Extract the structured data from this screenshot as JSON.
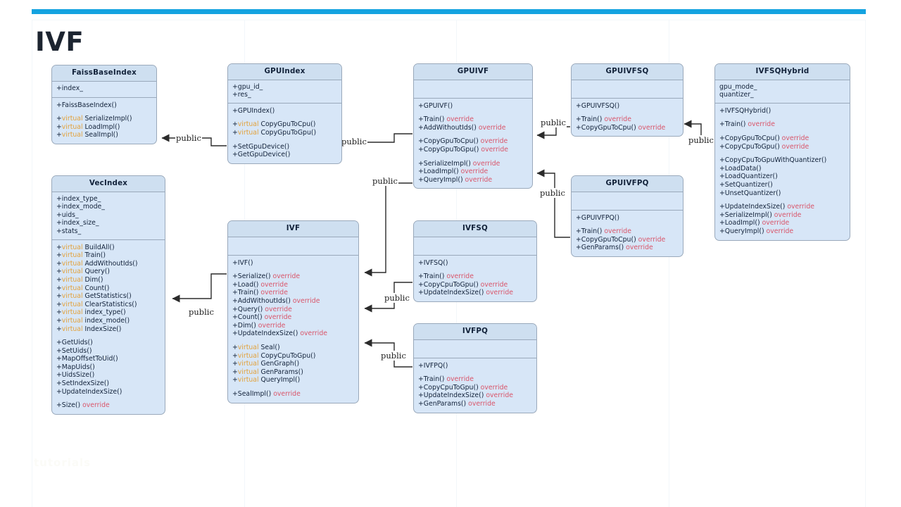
{
  "slide": {
    "title": "IVF",
    "accent_color": "#14a3e0",
    "watermark": "tutorials"
  },
  "legend": {
    "keyword_virtual": "virtual",
    "keyword_override": "override",
    "virtual_color": "#e2a23c",
    "override_color": "#d9566b",
    "box_fill": "#d7e6f7",
    "box_header_fill": "#cedff0",
    "box_border": "#9aa9bb"
  },
  "relationship_label": "public",
  "relationships": [
    {
      "from": "GPUIndex",
      "to": "FaissBaseIndex",
      "label": "public"
    },
    {
      "from": "IVF",
      "to": "VecIndex",
      "label": "public"
    },
    {
      "from": "GPUIVF",
      "to": "GPUIndex",
      "label": "public"
    },
    {
      "from": "GPUIVF",
      "to": "IVF",
      "label": "public"
    },
    {
      "from": "IVFSQ",
      "to": "IVF",
      "label": "public"
    },
    {
      "from": "IVFPQ",
      "to": "IVF",
      "label": "public"
    },
    {
      "from": "GPUIVFSQ",
      "to": "GPUIVF",
      "label": "public"
    },
    {
      "from": "GPUIVFPQ",
      "to": "GPUIVF",
      "label": "public"
    },
    {
      "from": "IVFSQHybrid",
      "to": "GPUIVFSQ",
      "label": "public"
    }
  ],
  "classes": {
    "faiss_base_index": {
      "name": "FaissBaseIndex",
      "attributes": [
        "+index_"
      ],
      "operation_groups": [
        [
          {
            "text": "+FaissBaseIndex()"
          }
        ],
        [
          {
            "prefix": "+",
            "virtual": "virtual",
            "text": "SerializeImpl()"
          },
          {
            "prefix": "+",
            "virtual": "virtual",
            "text": "LoadImpl()"
          },
          {
            "prefix": "+",
            "virtual": "virtual",
            "text": "SealImpl()"
          }
        ]
      ]
    },
    "vec_index": {
      "name": "VecIndex",
      "attributes": [
        "+index_type_",
        "+index_mode_",
        "+uids_",
        "+index_size_",
        "+stats_"
      ],
      "operation_groups": [
        [
          {
            "prefix": "+",
            "virtual": "virtual",
            "text": "BuildAll()"
          },
          {
            "prefix": "+",
            "virtual": "virtual",
            "text": "Train()"
          },
          {
            "prefix": "+",
            "virtual": "virtual",
            "text": "AddWithoutIds()"
          },
          {
            "prefix": "+",
            "virtual": "virtual",
            "text": "Query()"
          },
          {
            "prefix": "+",
            "virtual": "virtual",
            "text": "Dim()"
          },
          {
            "prefix": "+",
            "virtual": "virtual",
            "text": "Count()"
          },
          {
            "prefix": "+",
            "virtual": "virtual",
            "text": "GetStatistics()"
          },
          {
            "prefix": "+",
            "virtual": "virtual",
            "text": "ClearStatistics()"
          },
          {
            "prefix": "+",
            "virtual": "virtual",
            "text": "index_type()"
          },
          {
            "prefix": "+",
            "virtual": "virtual",
            "text": "index_mode()"
          },
          {
            "prefix": "+",
            "virtual": "virtual",
            "text": "IndexSize()"
          }
        ],
        [
          {
            "text": "+GetUids()"
          },
          {
            "text": "+SetUids()"
          },
          {
            "text": "+MapOffsetToUid()"
          },
          {
            "text": "+MapUids()"
          },
          {
            "text": "+UidsSize()"
          },
          {
            "text": "+SetIndexSize()"
          },
          {
            "text": "+UpdateIndexSize()"
          }
        ],
        [
          {
            "text": "+Size()",
            "override": "override"
          }
        ]
      ]
    },
    "gpu_index": {
      "name": "GPUIndex",
      "attributes": [
        "+gpu_id_",
        "+res_"
      ],
      "operation_groups": [
        [
          {
            "text": "+GPUIndex()"
          }
        ],
        [
          {
            "prefix": "+",
            "virtual": "virtual",
            "text": "CopyGpuToCpu()"
          },
          {
            "prefix": "+",
            "virtual": "virtual",
            "text": "CopyGpuToGpu()"
          }
        ],
        [
          {
            "text": "+SetGpuDevice()"
          },
          {
            "text": "+GetGpuDevice()"
          }
        ]
      ]
    },
    "ivf": {
      "name": "IVF",
      "attributes": [],
      "operation_groups": [
        [
          {
            "text": "+IVF()"
          }
        ],
        [
          {
            "text": "+Serialize()",
            "override": "override"
          },
          {
            "text": "+Load()",
            "override": "override"
          },
          {
            "text": "+Train()",
            "override": "override"
          },
          {
            "text": "+AddWithoutIds()",
            "override": "override"
          },
          {
            "text": "+Query()",
            "override": "override"
          },
          {
            "text": "+Count()",
            "override": "override"
          },
          {
            "text": "+Dim()",
            "override": "override"
          },
          {
            "text": "+UpdateIndexSize()",
            "override": "override"
          }
        ],
        [
          {
            "prefix": "+",
            "virtual": "virtual",
            "text": "Seal()"
          },
          {
            "prefix": "+",
            "virtual": "virtual",
            "text": "CopyCpuToGpu()"
          },
          {
            "prefix": "+",
            "virtual": "virtual",
            "text": "GenGraph()"
          },
          {
            "prefix": "+",
            "virtual": "virtual",
            "text": "GenParams()"
          },
          {
            "prefix": "+",
            "virtual": "virtual",
            "text": "QueryImpl()"
          }
        ],
        [
          {
            "text": "+SealImpl()",
            "override": "override"
          }
        ]
      ]
    },
    "gpuivf": {
      "name": "GPUIVF",
      "attributes": [],
      "operation_groups": [
        [
          {
            "text": "+GPUIVF()"
          }
        ],
        [
          {
            "text": "+Train()",
            "override": "override"
          },
          {
            "text": "+AddWithoutIds()",
            "override": "override"
          }
        ],
        [
          {
            "text": "+CopyGpuToCpu()",
            "override": "override"
          },
          {
            "text": "+CopyGpuToGpu()",
            "override": "override"
          }
        ],
        [
          {
            "text": "+SerializeImpl()",
            "override": "override"
          },
          {
            "text": "+LoadImpl()",
            "override": "override"
          },
          {
            "text": "+QueryImpl()",
            "override": "override"
          }
        ]
      ]
    },
    "ivfsq": {
      "name": "IVFSQ",
      "attributes": [],
      "operation_groups": [
        [
          {
            "text": "+IVFSQ()"
          }
        ],
        [
          {
            "text": "+Train()",
            "override": "override"
          },
          {
            "text": "+CopyCpuToGpu()",
            "override": "override"
          },
          {
            "text": "+UpdateIndexSize()",
            "override": "override"
          }
        ]
      ]
    },
    "ivfpq": {
      "name": "IVFPQ",
      "attributes": [],
      "operation_groups": [
        [
          {
            "text": "+IVFPQ()"
          }
        ],
        [
          {
            "text": "+Train()",
            "override": "override"
          },
          {
            "text": "+CopyCpuToGpu()",
            "override": "override"
          },
          {
            "text": "+UpdateIndexSize()",
            "override": "override"
          },
          {
            "text": "+GenParams()",
            "override": "override"
          }
        ]
      ]
    },
    "gpuivfsq": {
      "name": "GPUIVFSQ",
      "attributes": [],
      "operation_groups": [
        [
          {
            "text": "+GPUIVFSQ()"
          }
        ],
        [
          {
            "text": "+Train()",
            "override": "override"
          },
          {
            "text": "+CopyGpuToCpu()",
            "override": "override"
          }
        ]
      ]
    },
    "gpuivfpq": {
      "name": "GPUIVFPQ",
      "attributes": [],
      "operation_groups": [
        [
          {
            "text": "+GPUIVFPQ()"
          }
        ],
        [
          {
            "text": "+Train()",
            "override": "override"
          },
          {
            "text": "+CopyGpuToCpu()",
            "override": "override"
          },
          {
            "text": "+GenParams()",
            "override": "override"
          }
        ]
      ]
    },
    "ivfsqhybrid": {
      "name": "IVFSQHybrid",
      "attributes": [
        "gpu_mode_",
        "quantizer_"
      ],
      "operation_groups": [
        [
          {
            "text": "+IVFSQHybrid()"
          }
        ],
        [
          {
            "text": "+Train()",
            "override": "override"
          }
        ],
        [
          {
            "text": "+CopyGpuToCpu()",
            "override": "override"
          },
          {
            "text": "+CopyCpuToGpu()",
            "override": "override"
          }
        ],
        [
          {
            "text": "+CopyCpuToGpuWithQuantizer()"
          },
          {
            "text": "+LoadData()"
          },
          {
            "text": "+LoadQuantizer()"
          },
          {
            "text": "+SetQuantizer()"
          },
          {
            "text": "+UnsetQuantizer()"
          }
        ],
        [
          {
            "text": "+UpdateIndexSize()",
            "override": "override"
          },
          {
            "text": "+SerializeImpl()",
            "override": "override"
          },
          {
            "text": "+LoadImpl()",
            "override": "override"
          },
          {
            "text": "+QueryImpl()",
            "override": "override"
          }
        ]
      ]
    }
  }
}
